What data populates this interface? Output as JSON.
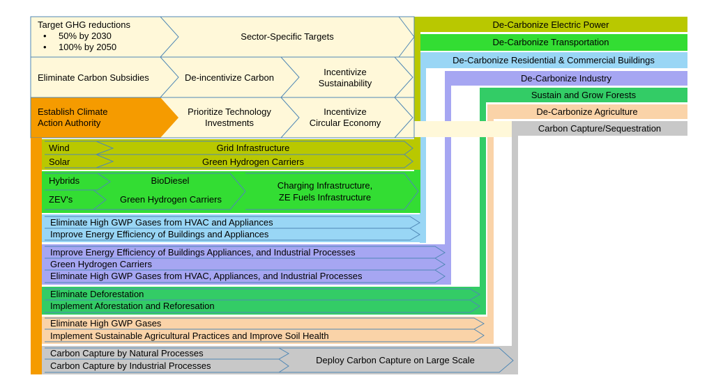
{
  "colors": {
    "cream": "#fff8d9",
    "orange": "#f59b00",
    "olive": "#b9c800",
    "green": "#33dd33",
    "light_blue": "#99d6f5",
    "lavender": "#a6a6f2",
    "forest_green": "#33cc66",
    "peach": "#fad3a8",
    "gray": "#c8c8c8",
    "chevron_stroke": "#4f87b5"
  },
  "top_grid": {
    "ghg_title": "Target GHG reductions",
    "ghg_bullets": [
      "50% by 2030",
      "100% by 2050"
    ],
    "sector_targets": "Sector-Specific Targets",
    "eliminate_subsidies": "Eliminate Carbon Subsidies",
    "deincentivize": "De-incentivize Carbon",
    "incentivize_sustainability": [
      "Incentivize",
      "Sustainability"
    ],
    "establish_authority": [
      "Establish Climate",
      "Action Authority"
    ],
    "prioritize_tech": [
      "Prioritize Technology",
      "Investments"
    ],
    "incentivize_circular": [
      "Incentivize",
      "Circular Economy"
    ]
  },
  "sector_headers": [
    "De-Carbonize Electric Power",
    "De-Carbonize Transportation",
    "De-Carbonize Residential & Commercial Buildings",
    "De-Carbonize Industry",
    "Sustain and Grow Forests",
    "De-Carbonize Agriculture",
    "Carbon Capture/Sequestration"
  ],
  "power": {
    "wind": "Wind",
    "solar": "Solar",
    "grid": "Grid Infrastructure",
    "hydrogen": "Green Hydrogen Carriers"
  },
  "transport": {
    "hybrids": "Hybrids",
    "zevs": "ZEV's",
    "biodiesel": "BioDiesel",
    "hydrogen": "Green Hydrogen Carriers",
    "charging": [
      "Charging Infrastructure,",
      "ZE Fuels Infrastructure"
    ]
  },
  "buildings": [
    "Eliminate High GWP Gases from HVAC and Appliances",
    "Improve Energy Efficiency of Buildings and Appliances"
  ],
  "industry": [
    "Improve Energy Efficiency of Buildings Appliances, and Industrial Processes",
    "Green Hydrogen Carriers",
    "Eliminate High GWP Gases from HVAC, Appliances, and Industrial Processes"
  ],
  "forests": [
    "Eliminate Deforestation",
    "Implement Aforestation and Reforesation"
  ],
  "agriculture": [
    "Eliminate High GWP Gases",
    "Implement Sustainable Agricultural Practices and Improve Soil Health"
  ],
  "carbon_capture": {
    "natural": "Carbon Capture by Natural Processes",
    "industrial": "Carbon Capture by Industrial Processes",
    "deploy": "Deploy Carbon Capture on Large Scale"
  }
}
